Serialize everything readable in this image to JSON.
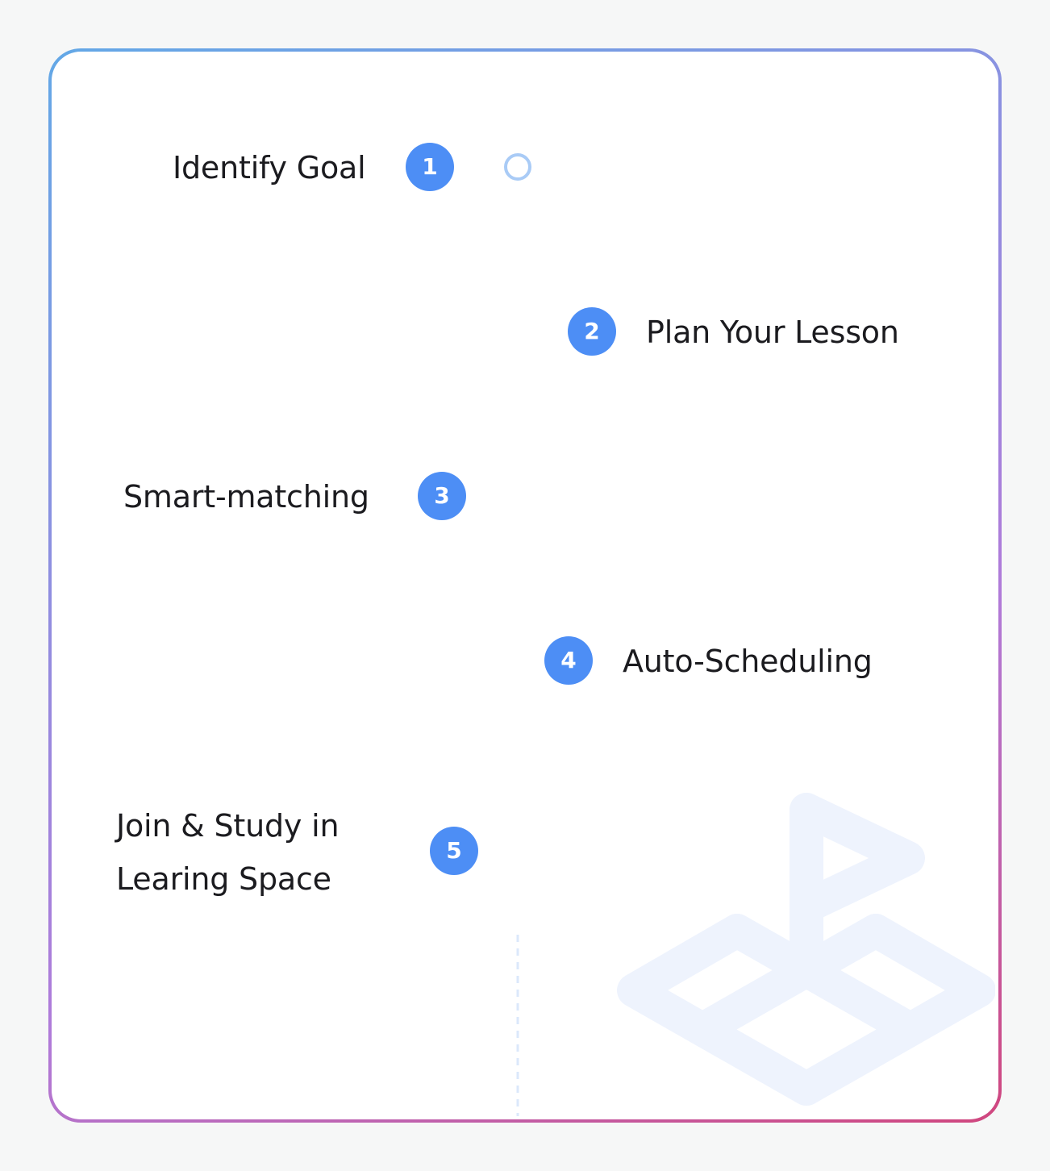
{
  "steps": [
    {
      "number": "1",
      "label": "Identify Goal"
    },
    {
      "number": "2",
      "label": "Plan Your Lesson"
    },
    {
      "number": "3",
      "label": "Smart-matching"
    },
    {
      "number": "4",
      "label": "Auto-Scheduling"
    },
    {
      "number": "5",
      "label": "Join & Study in\nLearing Space"
    }
  ],
  "colors": {
    "badge": "#4d8ef5",
    "timeline": "#b9d5f7",
    "illustration": "#eef3fd",
    "border_start": "#63a8e6",
    "border_end": "#d0467e"
  },
  "icons": {
    "timeline_start": "hollow-circle-icon",
    "illustration": "flag-on-map-icon"
  }
}
